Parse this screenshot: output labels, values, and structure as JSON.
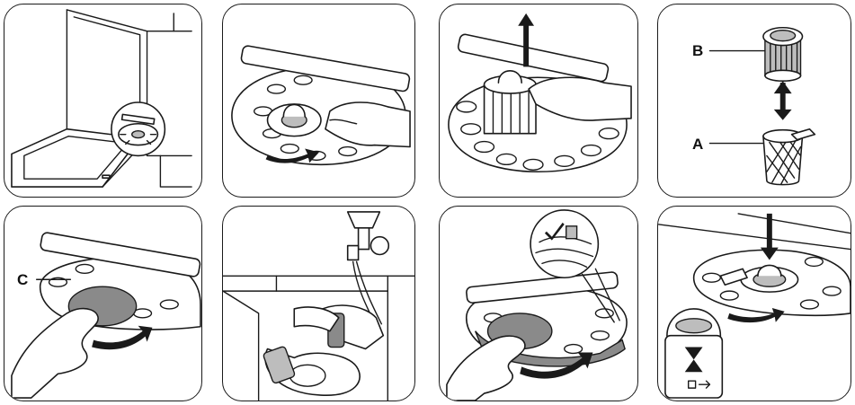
{
  "panels": [
    {
      "id": "step-1"
    },
    {
      "id": "step-2"
    },
    {
      "id": "step-3"
    },
    {
      "id": "step-4",
      "labels": {
        "a": "A",
        "b": "B"
      }
    },
    {
      "id": "step-5",
      "labels": {
        "c": "C"
      }
    },
    {
      "id": "step-6"
    },
    {
      "id": "step-7"
    },
    {
      "id": "step-8"
    }
  ],
  "colors": {
    "line": "#1a1a1a",
    "panel_fill": "#ffffff",
    "shade": "#bdbdbd",
    "dark_shade": "#8a8a8a"
  },
  "icons": [
    "down-arrow-icon",
    "up-arrow-icon",
    "double-arrow-icon",
    "rotate-arrow-icon",
    "checkmark-icon",
    "hourglass-icon"
  ]
}
